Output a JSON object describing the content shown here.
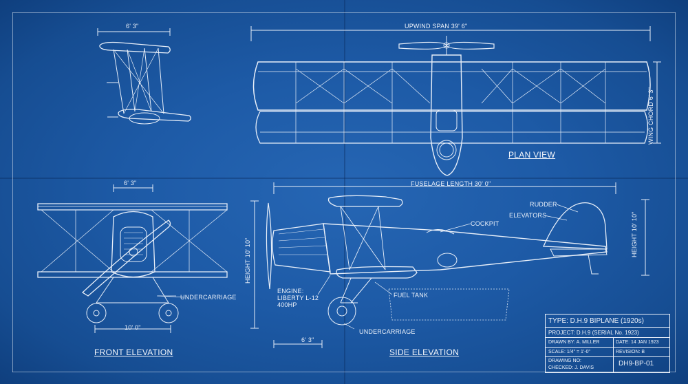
{
  "views": {
    "plan": "PLAN VIEW",
    "front": "FRONT ELEVATION",
    "side": "SIDE ELEVATION"
  },
  "dimensions": {
    "upwind_span": "UPWIND SPAN 39' 6\"",
    "wing_chord": "WING CHORD 6' 3\"",
    "top_left_width": "6' 3\"",
    "front_top_width": "6' 3\"",
    "front_track": "10' 0\"",
    "fuselage_length": "FUSELAGE LENGTH 30' 0\"",
    "side_height_left": "HEIGHT 10' 10\"",
    "side_height_right": "HEIGHT 10' 10\"",
    "side_bottom": "6' 3\""
  },
  "callouts": {
    "cockpit": "COCKPIT",
    "rudder": "RUDDER",
    "elevators": "ELEVATORS",
    "engine_1": "ENGINE:",
    "engine_2": "LIBERTY L-12",
    "engine_3": "400HP",
    "fuel_tank": "FUEL TANK",
    "undercarriage_side": "UNDERCARRIAGE",
    "undercarriage_front": "UNDERCARRIAGE"
  },
  "title_block": {
    "type": "TYPE: D.H.9 BIPLANE (1920s)",
    "project": "PROJECT: D.H.9 (SERIAL No. 1923)",
    "drawn_by": "DRAWN BY: A. MILLER",
    "date": "DATE: 14 JAN 1923",
    "scale": "SCALE: 1/4\" = 1'-0\"",
    "revision": "REVISION: B",
    "drawing_no": "DRAWING NO:",
    "checked": "CHECKED: J. DAVIS",
    "number": "DH9-BP-01"
  }
}
